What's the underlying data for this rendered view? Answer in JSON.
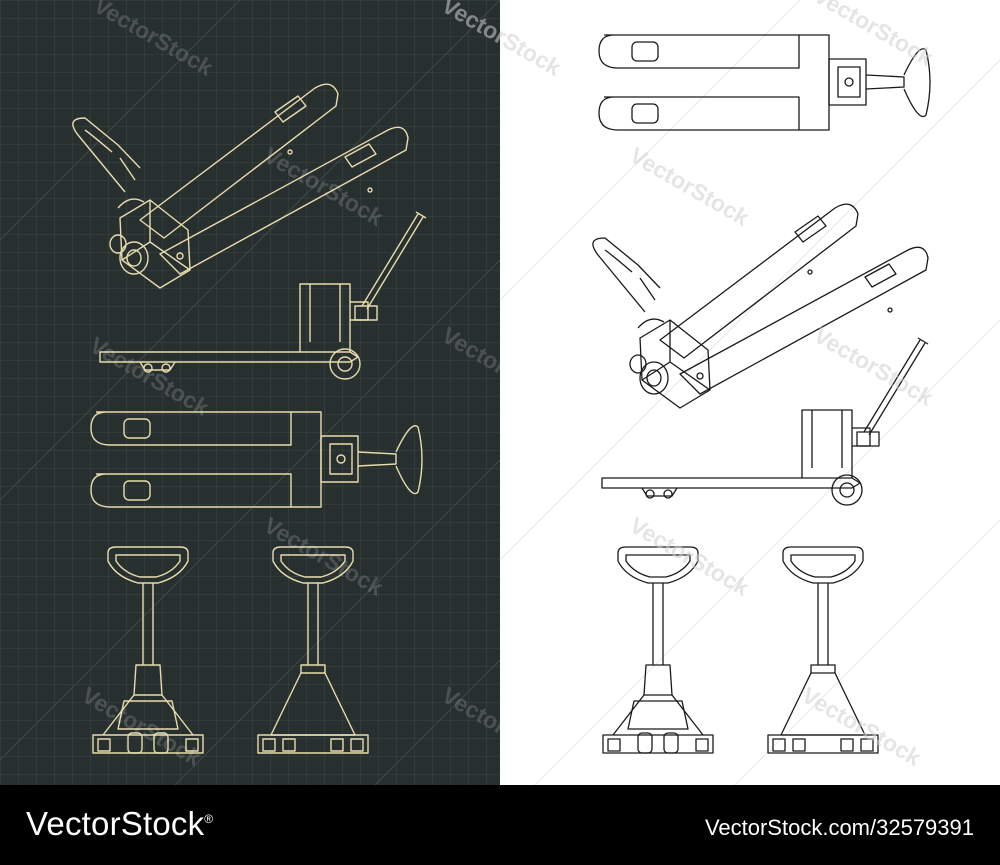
{
  "watermark": {
    "text": "VectorStock"
  },
  "footer": {
    "brand": "VectorStock",
    "registered_mark": "®",
    "image_id": "VectorStock.com/32579391"
  },
  "colors": {
    "dark_background": "#28302f",
    "blueprint_line": "#e8dcae",
    "light_background": "#ffffff",
    "light_line": "#1a1a1a",
    "footer_background": "#000000",
    "footer_text": "#ffffff"
  }
}
